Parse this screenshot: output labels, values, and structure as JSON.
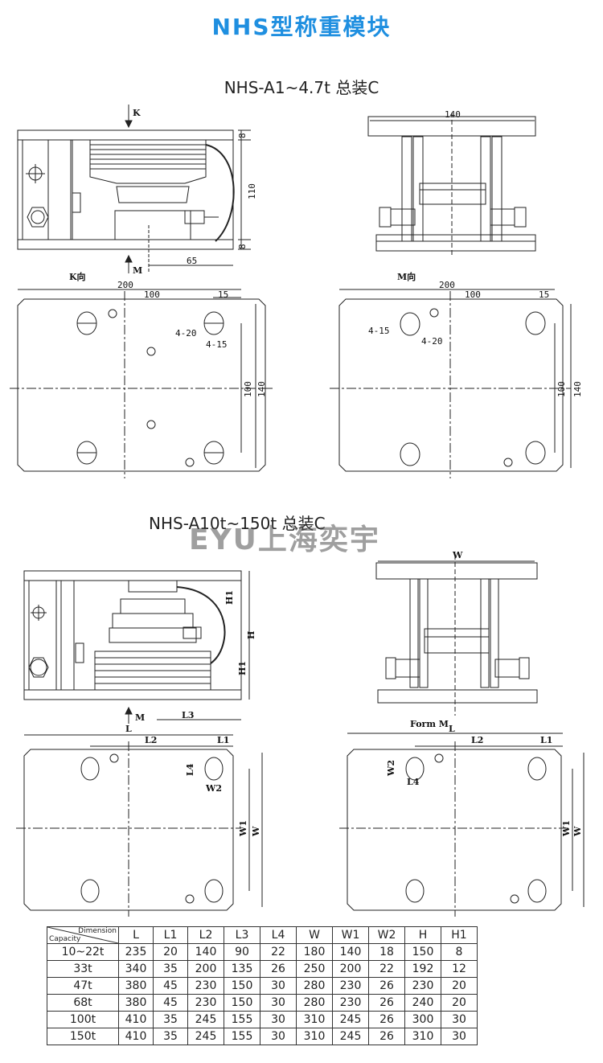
{
  "title": "NHS型称重模块",
  "section1": {
    "title": "NHS-A1~4.7t 总装C",
    "side_view": {
      "label_k": "K",
      "label_m": "M",
      "dim_8_top": "8",
      "dim_110": "110",
      "dim_8_bottom": "8",
      "dim_65": "65"
    },
    "front_view": {
      "dim_140": "140"
    },
    "k_view": {
      "label": "K向",
      "dim_200": "200",
      "dim_100": "100",
      "dim_15": "15",
      "hole_a": "4-20",
      "hole_b": "4-15",
      "dim_100v": "100",
      "dim_140v": "140"
    },
    "m_view": {
      "label": "M向",
      "dim_200": "200",
      "dim_100": "100",
      "dim_15": "15",
      "hole_a": "4-15",
      "hole_b": "4-20",
      "dim_100v": "100",
      "dim_140v": "140"
    }
  },
  "section2": {
    "title": "NHS-A10t~150t 总装C",
    "watermark": "EYU上海奕宇",
    "side_view": {
      "h1_top": "H1",
      "h": "H",
      "h1_bottom": "H1",
      "label_m": "M",
      "l3": "L3"
    },
    "front_view": {
      "w": "W"
    },
    "bottom_left": {
      "l": "L",
      "l2": "L2",
      "l1": "L1",
      "l4": "L4",
      "w2": "W2",
      "w1": "W1",
      "w": "W"
    },
    "bottom_right": {
      "form": "Form M",
      "l": "L",
      "l2": "L2",
      "l1": "L1",
      "w2": "W2",
      "l4": "L4",
      "w1": "W1",
      "w": "W"
    }
  },
  "table": {
    "corner_top": "Dimension",
    "corner_bottom": "Capacity",
    "headers": [
      "L",
      "L1",
      "L2",
      "L3",
      "L4",
      "W",
      "W1",
      "W2",
      "H",
      "H1"
    ],
    "rows": [
      [
        "10~22t",
        "235",
        "20",
        "140",
        "90",
        "22",
        "180",
        "140",
        "18",
        "150",
        "8"
      ],
      [
        "33t",
        "340",
        "35",
        "200",
        "135",
        "26",
        "250",
        "200",
        "22",
        "192",
        "12"
      ],
      [
        "47t",
        "380",
        "45",
        "230",
        "150",
        "30",
        "280",
        "230",
        "26",
        "230",
        "20"
      ],
      [
        "68t",
        "380",
        "45",
        "230",
        "150",
        "30",
        "280",
        "230",
        "26",
        "240",
        "20"
      ],
      [
        "100t",
        "410",
        "35",
        "245",
        "155",
        "30",
        "310",
        "245",
        "26",
        "300",
        "30"
      ],
      [
        "150t",
        "410",
        "35",
        "245",
        "155",
        "30",
        "310",
        "245",
        "26",
        "310",
        "30"
      ]
    ]
  }
}
